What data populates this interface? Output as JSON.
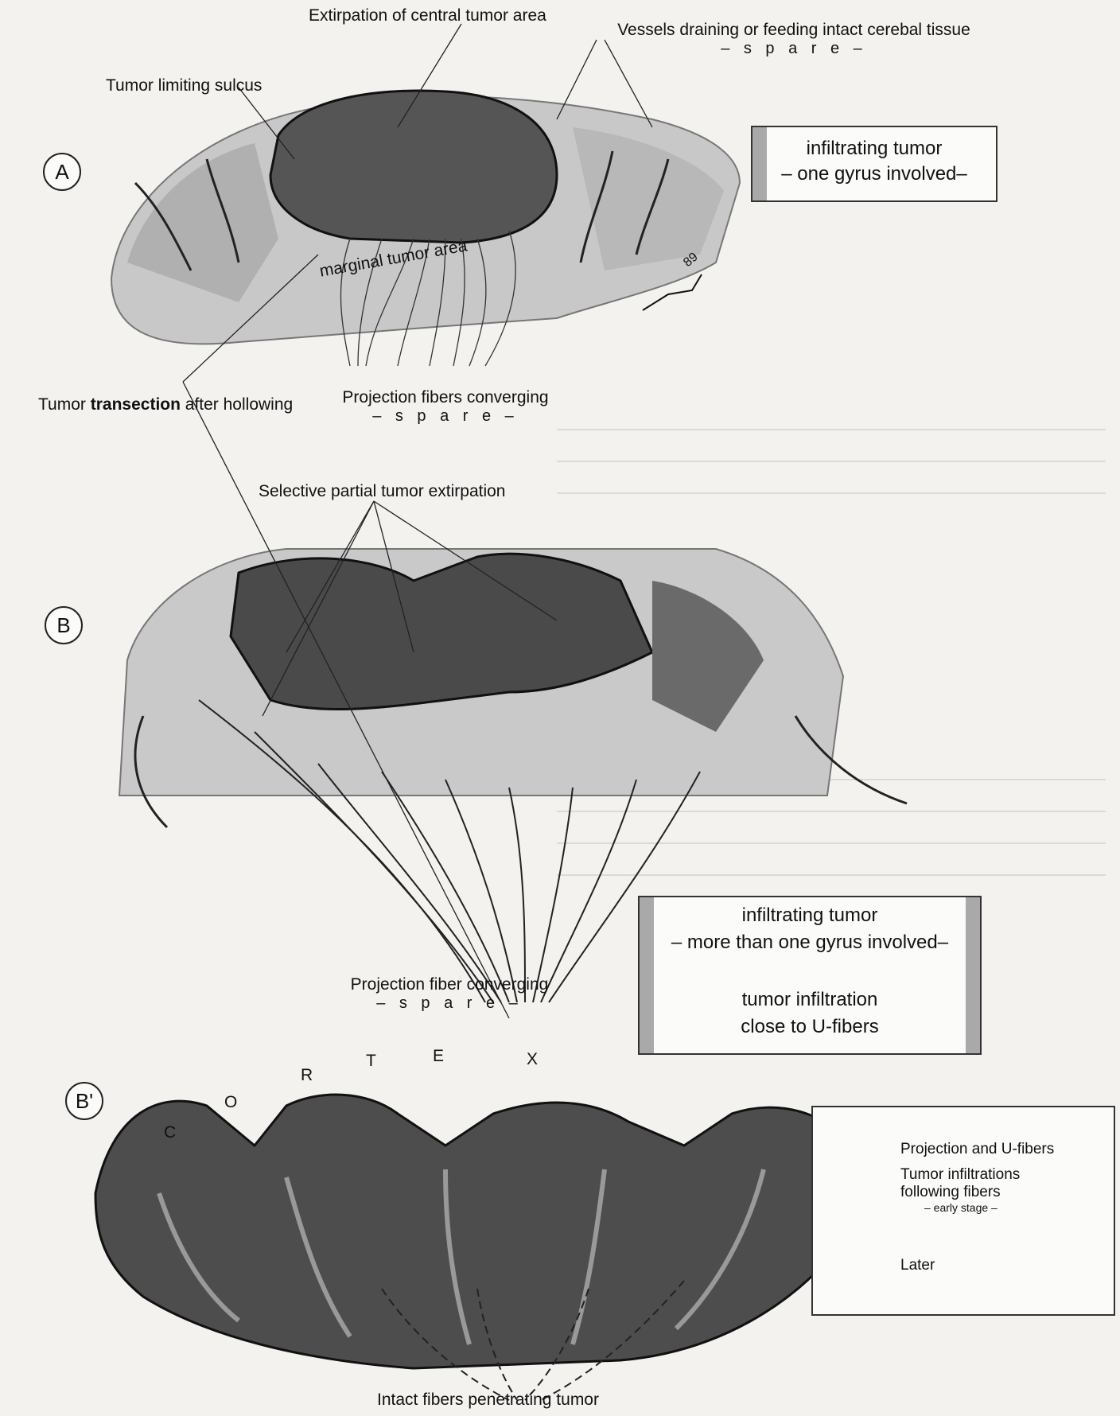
{
  "panel_a": {
    "marker": "A",
    "labels": {
      "extirpation": "Extirpation of central tumor area",
      "vessels": "Vessels draining or feeding intact cerebal tissue",
      "vessels_spare": "– s p a r e –",
      "sulcus": "Tumor limiting sulcus",
      "marginal": "marginal tumor area",
      "transection_pre": "Tumor ",
      "transection_bold": "transection",
      "transection_post": " after hollowing",
      "projection": "Projection fibers converging",
      "projection_spare": "– s p a r e –"
    },
    "box_line1": "infiltrating tumor",
    "box_line2": "– one gyrus involved–",
    "signature": "89"
  },
  "panel_b": {
    "marker": "B",
    "labels": {
      "selective": "Selective partial tumor extirpation",
      "projection": "Projection fiber converging",
      "projection_spare": "– s p a r e –"
    },
    "box_line1": "infiltrating tumor",
    "box_line2": "– more than one gyrus involved–",
    "box_line3": "tumor infiltration",
    "box_line4": "close to U-fibers"
  },
  "panel_b_prime": {
    "marker": "B'",
    "letters": [
      "C",
      "O",
      "R",
      "T",
      "E",
      "X"
    ],
    "bottom_label": "Intact fibers penetrating tumor"
  },
  "legend": {
    "projection": "Projection and U-fibers",
    "tumor_line1": "Tumor infiltrations",
    "tumor_line2": "following fibers",
    "tumor_line3": "– early stage –",
    "later": "Later"
  }
}
